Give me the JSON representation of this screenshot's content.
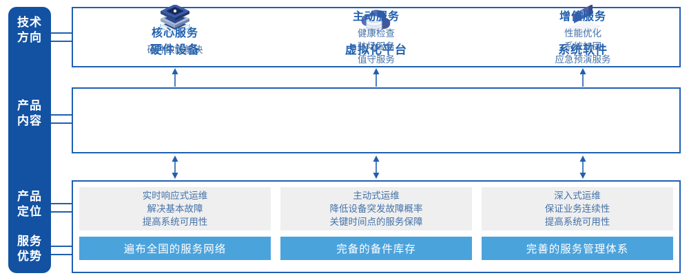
{
  "rail": {
    "items": [
      {
        "id": "tech-direction",
        "lines": [
          "技术",
          "方向"
        ]
      },
      {
        "id": "product-content",
        "lines": [
          "产品",
          "内容"
        ]
      },
      {
        "id": "product-position",
        "lines": [
          "产品",
          "定位"
        ]
      },
      {
        "id": "service-advantage",
        "lines": [
          "服务",
          "优势"
        ]
      }
    ]
  },
  "tech": {
    "columns": [
      {
        "icon": "server-stack-icon",
        "title": "硬件设备"
      },
      {
        "icon": "cloud-database-icon",
        "title": "虚拟化平台"
      },
      {
        "icon": "laptop-code-icon",
        "title": "系统软件"
      }
    ]
  },
  "content": {
    "columns": [
      {
        "title": "核心服务",
        "items": [
          "硬件故障解决"
        ]
      },
      {
        "title": "主动服务",
        "items": [
          "健康检查",
          "驻场服务",
          "值守服务"
        ]
      },
      {
        "title": "增值服务",
        "items": [
          "性能优化",
          "系统加固",
          "应急预演服务"
        ]
      }
    ]
  },
  "bottom": {
    "columns": [
      {
        "lines": [
          "实时响应式运维",
          "解决基本故障",
          "提高系统可用性"
        ],
        "banner": "遍布全国的服务网络"
      },
      {
        "lines": [
          "主动式运维",
          "降低设备突发故障概率",
          "关键时间点的服务保障"
        ],
        "banner": "完备的备件库存"
      },
      {
        "lines": [
          "深入式运维",
          "保证业务连续性",
          "提高系统可用性"
        ],
        "banner": "完善的服务管理体系"
      }
    ]
  },
  "colors": {
    "rail_blue": "#1352A2",
    "border_blue": "#1F5FAF",
    "title_blue": "#1F5FAF",
    "body_blue": "#4472A8",
    "banner_blue": "#4BA3DC",
    "card_gray": "#EFEFEF"
  }
}
